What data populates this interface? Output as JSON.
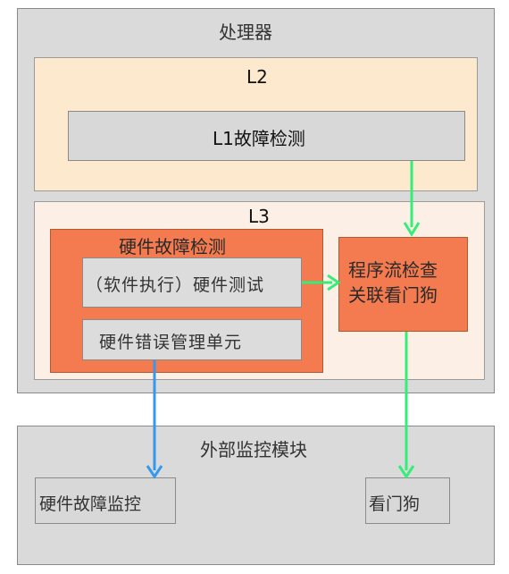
{
  "processor": {
    "label": "处理器"
  },
  "l2": {
    "label": "L2"
  },
  "l1": {
    "label": "L1故障检测"
  },
  "l3": {
    "label": "L3"
  },
  "hw_fault_detect": {
    "label": "硬件故障检测",
    "software_test": "（软件执行）硬件测试",
    "error_mgmt_unit": "硬件错误管理单元"
  },
  "flow_check": {
    "line1": "程序流检查",
    "line2": "关联看门狗"
  },
  "external": {
    "label": "外部监控模块",
    "hw_monitor": "硬件故障监控",
    "watchdog": "看门狗"
  },
  "colors": {
    "green_arrow": "#33ee77",
    "blue_arrow": "#3399ee",
    "orange": "#f47a4f"
  }
}
